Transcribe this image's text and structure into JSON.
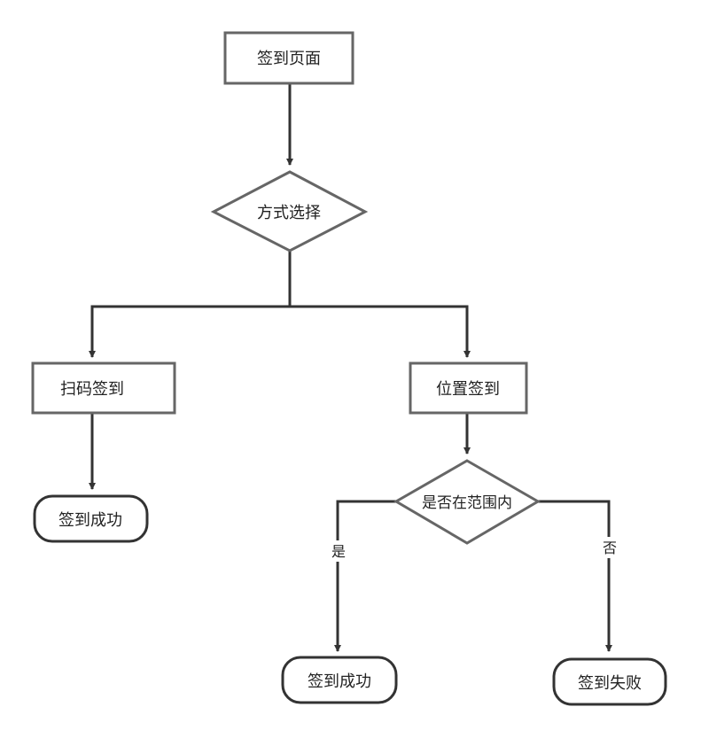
{
  "diagram": {
    "nodes": {
      "sign_in_page": "签到页面",
      "method_choice": "方式选择",
      "scan_sign_in": "扫码签到",
      "location_sign_in": "位置签到",
      "in_range_check": "是否在范围内",
      "scan_success": "签到成功",
      "location_success": "签到成功",
      "location_fail": "签到失败"
    },
    "edges": {
      "yes_label": "是",
      "no_label": "否"
    }
  }
}
